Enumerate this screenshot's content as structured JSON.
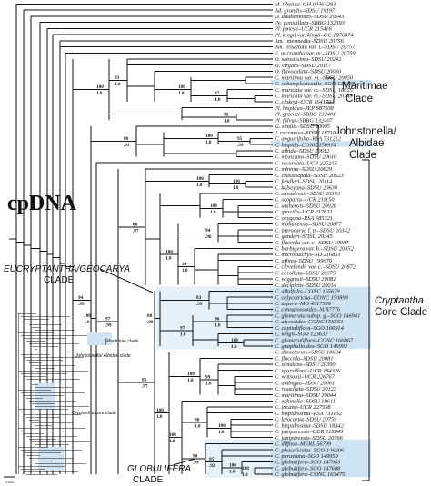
{
  "title": "cpDNA",
  "taxa": [
    {
      "name": "M. tibetica–GH 00464293",
      "hl": false
    },
    {
      "name": "Ad. grandis–SDSU 19197",
      "hl": false
    },
    {
      "name": "D. daubenmirei–SDSU 20343",
      "hl": false
    },
    {
      "name": "Pe. penicillata–SBBG 132393",
      "hl": false
    },
    {
      "name": "Pl. jonesii–UCR 215416",
      "hl": false
    },
    {
      "name": "Pl. kingii var. kingii–UC 1876874",
      "hl": false
    },
    {
      "name": "Am. intermedia–SDSU 20756",
      "hl": false
    },
    {
      "name": "Am. tessellata var. t.–SDSU 20757",
      "hl": false
    },
    {
      "name": "E. micrantha var. m.–SDSU 20759",
      "hl": false
    },
    {
      "name": "O. setosissima–SDSU 20242",
      "hl": false
    },
    {
      "name": "O. virgata–SDSU 20117",
      "hl": false
    },
    {
      "name": "O. flavoculata–SDSU 20030",
      "hl": false
    },
    {
      "name": "C. maritima var. m.–SDSU 20050",
      "hl": false
    },
    {
      "name": "C. subamplexicaulis–SGO 129437",
      "hl": true
    },
    {
      "name": "C. muricata var. m.–SDSU 18625",
      "hl": false
    },
    {
      "name": "C. muricata var. m.–SDSU 20749",
      "hl": false
    },
    {
      "name": "C. clokeyi–UCR 164170",
      "hl": false
    },
    {
      "name": "Pl. hispidus–JEP S87508",
      "hl": false
    },
    {
      "name": "Pl. greenei–SBBG 132401",
      "hl": false
    },
    {
      "name": "Pl. fulvus–SBBG 132407",
      "hl": false
    },
    {
      "name": "G. similis–SDSU 20005",
      "hl": false
    },
    {
      "name": "J. racemosa–SDSU 18710",
      "hl": false
    },
    {
      "name": "C. angustifolia–RSA 731212",
      "hl": false
    },
    {
      "name": "C. hispida–CONC 150914",
      "hl": true
    },
    {
      "name": "C. albida–SDSU 20612",
      "hl": false
    },
    {
      "name": "C. mexicana–SDSU 20610",
      "hl": false
    },
    {
      "name": "C. recurvata–UCR 225245",
      "hl": false
    },
    {
      "name": "C. minima–SDSU 20629",
      "hl": false
    },
    {
      "name": "C. crassisepala–SDSU 20623",
      "hl": false
    },
    {
      "name": "C. fendleri–SDSU 20114",
      "hl": false
    },
    {
      "name": "C. kelseyana–SDSU 20630",
      "hl": false
    },
    {
      "name": "C. nevadensis–SDSU 20393",
      "hl": false
    },
    {
      "name": "C. scoparia–UCR 211150",
      "hl": false
    },
    {
      "name": "C. utahensis–SDSU 20028",
      "hl": false
    },
    {
      "name": "C. gracilis–UCR 217631",
      "hl": false
    },
    {
      "name": "C. oxygona–RSA 685321",
      "hl": false
    },
    {
      "name": "C. mohavensis–SDSU 20877",
      "hl": false
    },
    {
      "name": "C. pterocarya f. p.–SDSU 20342",
      "hl": false
    },
    {
      "name": "C. ganderi–SDSU 20345",
      "hl": false
    },
    {
      "name": "C. flaccida var. c.–SDSU 19987",
      "hl": false
    },
    {
      "name": "C. barbigera var. b.–SDSU 20352",
      "hl": false
    },
    {
      "name": "C. microstachys–SD 216851",
      "hl": false
    },
    {
      "name": "C. affinis–SDSU 199070",
      "hl": false
    },
    {
      "name": "C. clevelandii var. c.–SDSU 20872",
      "hl": false
    },
    {
      "name": "C. corollata–SDSU 20375",
      "hl": false
    },
    {
      "name": "C. wigginsii–SDSU 20082",
      "hl": false
    },
    {
      "name": "C. decipiens–SDSU 20014",
      "hl": false
    },
    {
      "name": "C. alfalfalis–CONC 165679",
      "hl": true
    },
    {
      "name": "C. calycotricha–CONC 150898",
      "hl": true
    },
    {
      "name": "C. aspera–MO 4317599",
      "hl": true
    },
    {
      "name": "C. cynoglossoides–SI 87776",
      "hl": true
    },
    {
      "name": "C. glomerata subsp. g.–SGO 146941",
      "hl": true
    },
    {
      "name": "C. alyssoides–CONC 156553",
      "hl": true
    },
    {
      "name": "C. capituliflora–SGO 166914",
      "hl": true
    },
    {
      "name": "C. kingii–SGO 123632",
      "hl": true
    },
    {
      "name": "C. glomeruliflora–CONC 166867",
      "hl": true
    },
    {
      "name": "C. gnaphalioides–SGO 146002",
      "hl": true
    },
    {
      "name": "C. dumetorum–SDSU 18694",
      "hl": false
    },
    {
      "name": "C. flaccida–SDSU 20081",
      "hl": false
    },
    {
      "name": "C. simulans–SDSU 20390",
      "hl": false
    },
    {
      "name": "C. sparsiflora–UCR 184326",
      "hl": false
    },
    {
      "name": "C. watsonii–UCR 226767",
      "hl": false
    },
    {
      "name": "C. ambigua–SDSU 20061",
      "hl": false
    },
    {
      "name": "C. rostellata–SDSU 20123",
      "hl": false
    },
    {
      "name": "C. maritima–SDSU 20044",
      "hl": false
    },
    {
      "name": "C. echinella–SDSU 19611",
      "hl": false
    },
    {
      "name": "C. incana–UCR 227598",
      "hl": false
    },
    {
      "name": "C. hispidissima–RSA 731152",
      "hl": false
    },
    {
      "name": "C. leiocarpa–SDSU 20759",
      "hl": false
    },
    {
      "name": "C. hispidissima–SDSU 18342",
      "hl": false
    },
    {
      "name": "C. juniperensis–UCR 218849",
      "hl": false
    },
    {
      "name": "C. juniperensis–SDSU 20766",
      "hl": false
    },
    {
      "name": "C. diffusa–MERL 56799",
      "hl": true
    },
    {
      "name": "C. phacelioides–SGO 146206",
      "hl": true
    },
    {
      "name": "C. peruviana–SGO 149959",
      "hl": true
    },
    {
      "name": "C. globulifera–SGO 147983",
      "hl": true
    },
    {
      "name": "C. globulifera–SGO 147688",
      "hl": true
    },
    {
      "name": "C. globulifera–CONC 163475",
      "hl": true
    }
  ],
  "supports": [
    {
      "t": "100",
      "b": "1.0"
    },
    {
      "t": "93",
      "b": "1.0"
    },
    {
      "t": "100",
      "b": "1.0"
    },
    {
      "t": "97",
      "b": "1.0"
    },
    {
      "t": "90",
      "b": "1.0"
    },
    {
      "t": "94",
      "b": ".99"
    },
    {
      "t": "80",
      "b": ".91"
    },
    {
      "t": "100",
      "b": "1.0"
    },
    {
      "t": "95",
      "b": ".99"
    },
    {
      "t": "100",
      "b": "1.0"
    },
    {
      "t": "97",
      "b": ".99"
    },
    {
      "t": "86",
      "b": ".97"
    },
    {
      "t": "100",
      "b": "1.0"
    },
    {
      "t": "100",
      "b": "1.0"
    },
    {
      "t": "100",
      "b": "1.0"
    },
    {
      "t": "100",
      "b": "1.0"
    },
    {
      "t": "94",
      "b": ".96"
    },
    {
      "t": "99",
      "b": "1.0"
    },
    {
      "t": "85",
      "b": ".97"
    },
    {
      "t": "80",
      "b": ".98"
    },
    {
      "t": "83",
      "b": ".99"
    },
    {
      "t": "97",
      "b": "1.0"
    },
    {
      "t": "96",
      "b": "1.0"
    },
    {
      "t": "100",
      "b": "1.0"
    },
    {
      "t": "100",
      "b": "1.0"
    },
    {
      "t": "100",
      "b": "1.0"
    },
    {
      "t": "99",
      "b": "1.0"
    },
    {
      "t": "100",
      "b": "1.0"
    },
    {
      "t": "98",
      "b": "1.0"
    },
    {
      "t": "100",
      "b": "1.0"
    },
    {
      "t": "90",
      "b": ".99"
    },
    {
      "t": "95",
      "b": ".92"
    },
    {
      "t": "100",
      "b": "1.0"
    },
    {
      "t": "100",
      "b": "1.0"
    }
  ],
  "clades": {
    "maritimae": [
      "Maritimae",
      "Clade"
    ],
    "johnstonella": [
      "Johnstonella/",
      "Albidae",
      "Clade"
    ],
    "cryptantha_core": [
      "Cryptantha",
      "Core Clade"
    ],
    "eucryptantha": [
      "EUCRYPTANTHA/GEOCARYA",
      "CLADE"
    ],
    "globulifera": [
      "GLOBULIFERA",
      "CLADE"
    ]
  },
  "inset": {
    "labels": [
      "Maritimae clade",
      "Johnstonella/ Albidae clade",
      "Cryptantha core clade"
    ],
    "scale": "0.005"
  },
  "colors": {
    "highlight": "#cfe3f3",
    "line": "#111111"
  }
}
